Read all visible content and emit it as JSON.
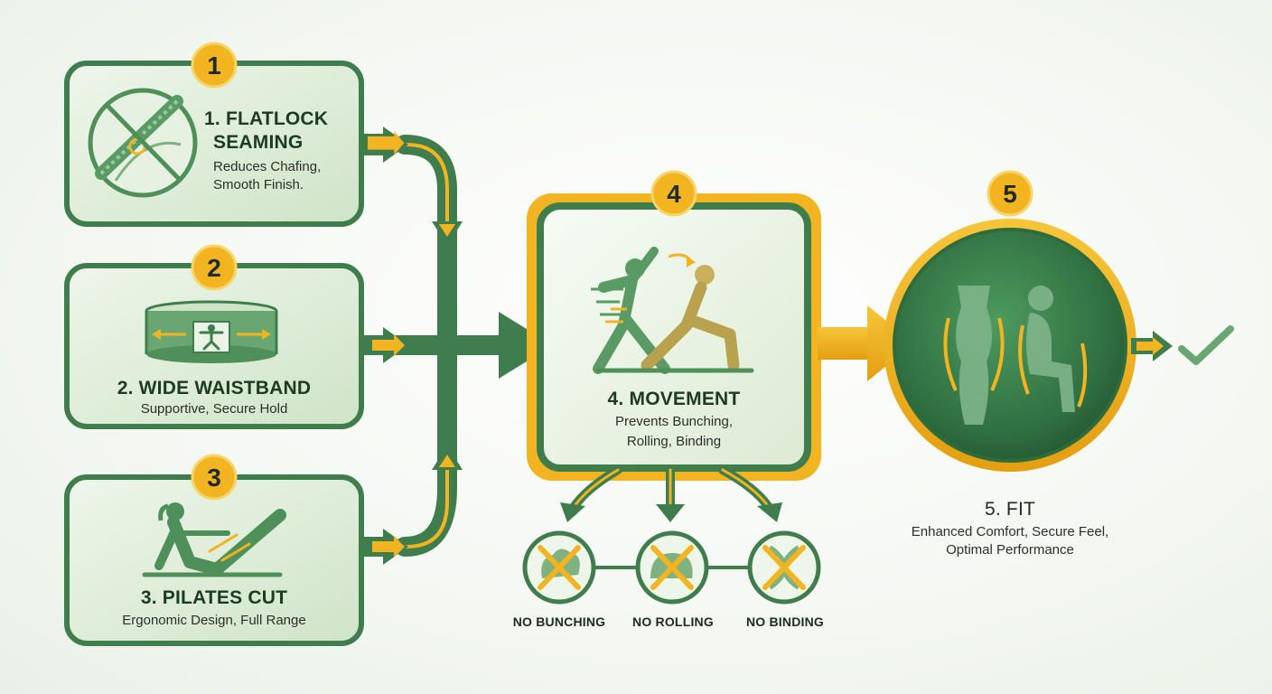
{
  "steps": [
    {
      "badge": "1",
      "title_line1": "1. FLATLOCK",
      "title_line2": "SEAMING",
      "desc_line1": "Reduces Chafing,",
      "desc_line2": "Smooth Finish."
    },
    {
      "badge": "2",
      "title": "2. WIDE WAISTBAND",
      "desc": "Supportive, Secure Hold"
    },
    {
      "badge": "3",
      "title": "3. PILATES CUT",
      "desc": "Ergonomic Design, Full Range"
    },
    {
      "badge": "4",
      "title": "4. MOVEMENT",
      "desc_line1": "Prevents Bunching,",
      "desc_line2": "Rolling, Binding"
    },
    {
      "badge": "5",
      "title": "5. FIT",
      "desc_line1": "Enhanced Comfort, Secure Feel,",
      "desc_line2": "Optimal Performance"
    }
  ],
  "outcomes": [
    {
      "label": "NO BUNCHING"
    },
    {
      "label": "NO ROLLING"
    },
    {
      "label": "NO BINDING"
    }
  ],
  "colors": {
    "green_dark": "#2e6b3d",
    "green_mid": "#4f8f5a",
    "green_light": "#dcecd6",
    "gold": "#f2b420",
    "gold_dark": "#d99a12"
  }
}
